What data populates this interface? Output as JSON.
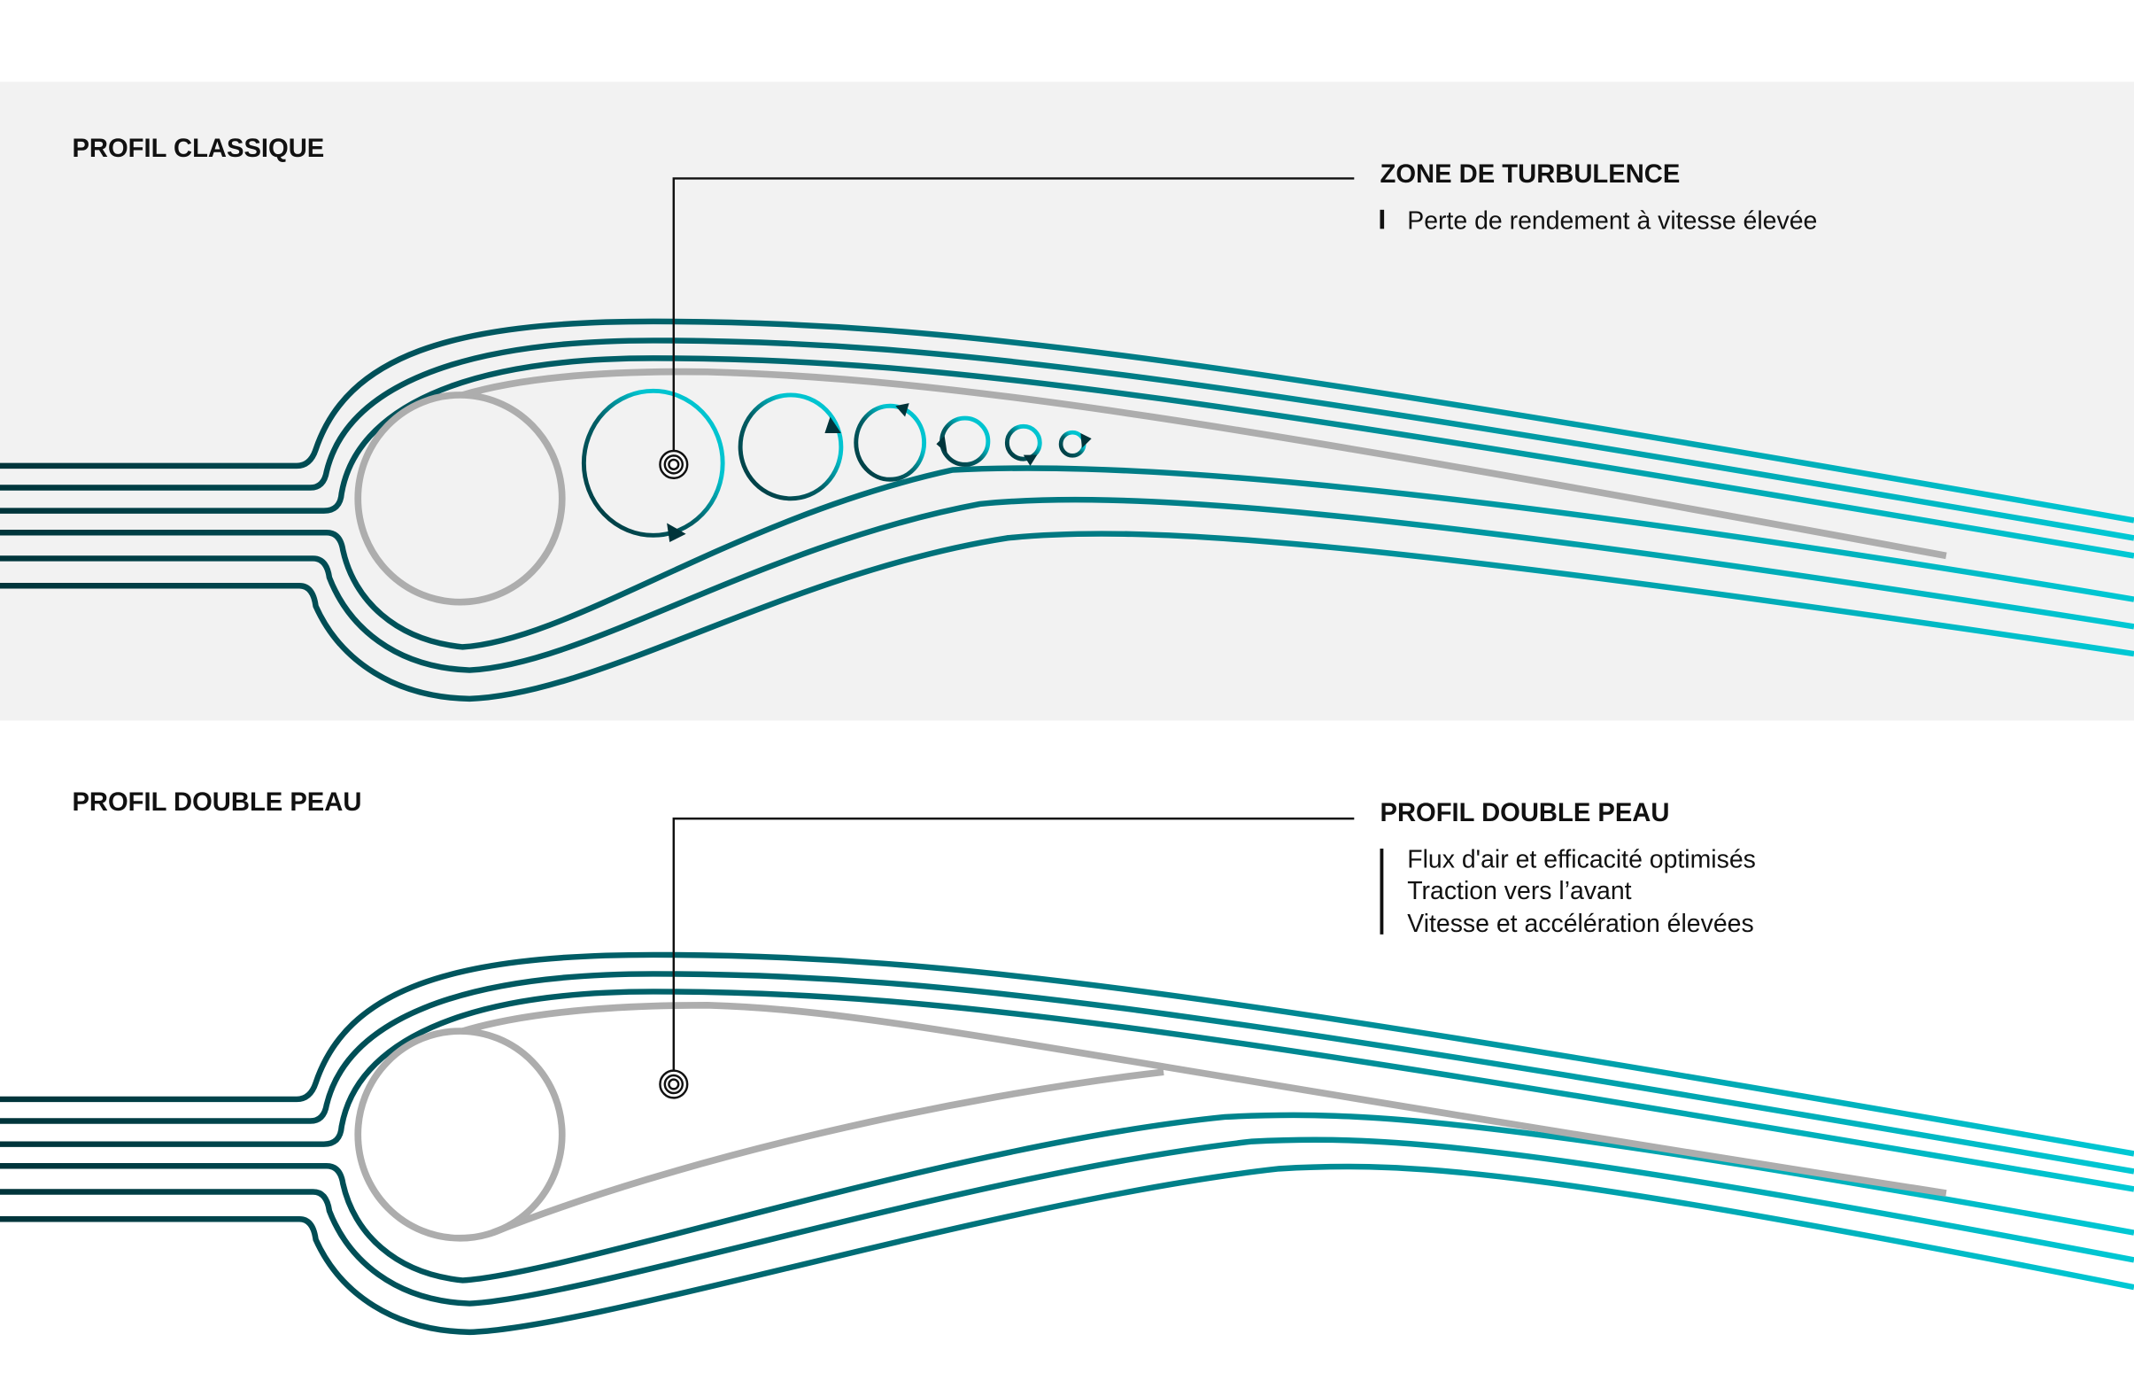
{
  "colors": {
    "background": "#ffffff",
    "band": "#f2f2f2",
    "flow_dark": "#00343a",
    "flow_mid": "#00646a",
    "flow_light": "#00c4d0",
    "skin": "#adadad",
    "text": "#111111"
  },
  "panels": [
    {
      "id": "classic",
      "title": "PROFIL CLASSIQUE",
      "callout": {
        "title": "ZONE DE TURBULENCE",
        "lines": [
          "Perte de rendement à vitesse élevée"
        ]
      },
      "vortex_count": 6
    },
    {
      "id": "double-skin",
      "title": "PROFIL DOUBLE PEAU",
      "callout": {
        "title": "PROFIL DOUBLE PEAU",
        "lines": [
          "Flux d'air et efficacité optimisés",
          "Traction vers l’avant",
          "Vitesse et accélération élevées"
        ]
      },
      "vortex_count": 0
    }
  ]
}
